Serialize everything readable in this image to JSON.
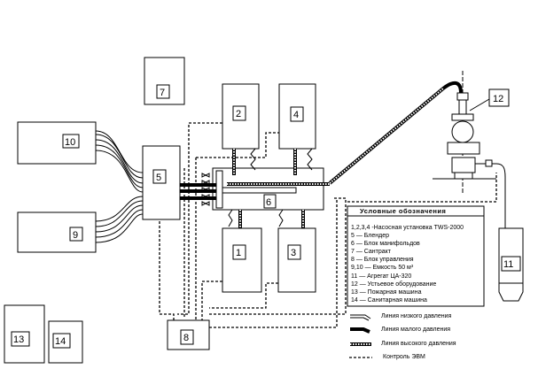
{
  "units": {
    "u1": "1",
    "u2": "2",
    "u3": "3",
    "u4": "4",
    "u5": "5",
    "u6": "6",
    "u7": "7",
    "u8": "8",
    "u9": "9",
    "u10": "10",
    "u11": "11",
    "u12": "12",
    "u13": "13",
    "u14": "14"
  },
  "legend": {
    "title": "Условные    обозначения",
    "items": [
      "1,2,3,4 -Насосная установка TWS-2000",
      "5 — Блендер",
      "6 — Блок манифольдов",
      "7 — Сантракт",
      "8 — Блок управления",
      "9,10  — Емкость 50 м³",
      "11 — Агрегат ЦА-320",
      "12 — Устьевое оборудование",
      "13 — Пожарная машина",
      "14 — Санитарная машина"
    ],
    "lines": [
      "Линия низкого давления",
      "Линия малого  давления",
      "Линия  высокого  давления",
      "Контроль  ЭВМ"
    ]
  }
}
